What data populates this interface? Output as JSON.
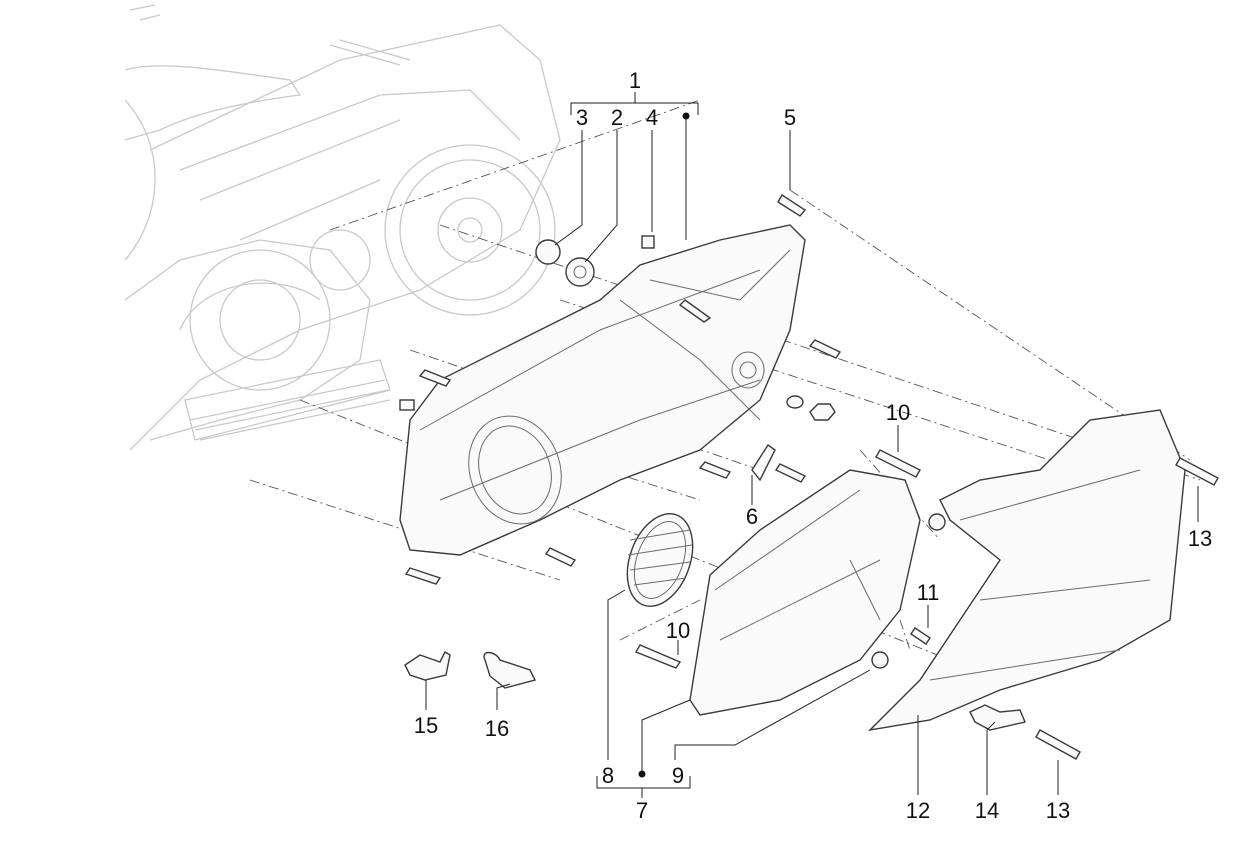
{
  "callouts": {
    "c1": "1",
    "c2": "2",
    "c3": "3",
    "c4": "4",
    "c5": "5",
    "c6": "6",
    "c7": "7",
    "c8": "8",
    "c9": "9",
    "c10a": "10",
    "c10b": "10",
    "c11": "11",
    "c12": "12",
    "c13a": "13",
    "c13b": "13",
    "c14": "14",
    "c15": "15",
    "c16": "16"
  }
}
